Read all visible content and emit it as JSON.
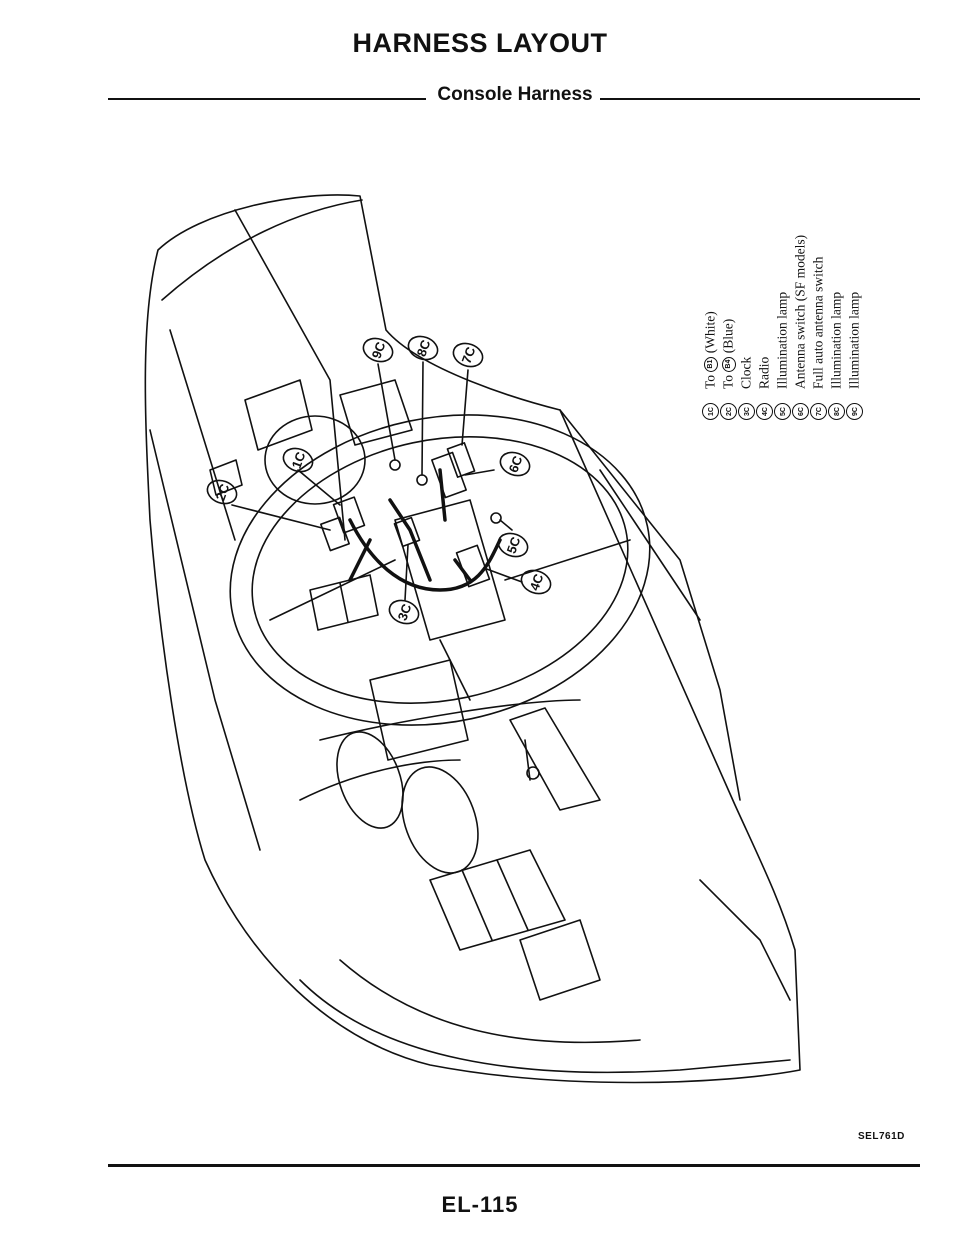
{
  "header": {
    "title": "HARNESS LAYOUT",
    "subtitle": "Console Harness"
  },
  "callouts": [
    {
      "label": "1C"
    },
    {
      "label": "2C"
    },
    {
      "label": "3C"
    },
    {
      "label": "4C"
    },
    {
      "label": "5C"
    },
    {
      "label": "6C"
    },
    {
      "label": "7C"
    },
    {
      "label": "8C"
    },
    {
      "label": "9C"
    }
  ],
  "legend": [
    {
      "code": "1C",
      "prefix": "To",
      "connector": "B1",
      "text": "(White)"
    },
    {
      "code": "2C",
      "prefix": "To",
      "connector": "B4",
      "text": "(Blue)"
    },
    {
      "code": "3C",
      "text": "Clock"
    },
    {
      "code": "4C",
      "text": "Radio"
    },
    {
      "code": "5C",
      "text": "Illumination lamp"
    },
    {
      "code": "6C",
      "text": "Antenna switch (SF models)"
    },
    {
      "code": "7C",
      "text": "Full auto antenna switch"
    },
    {
      "code": "8C",
      "text": "Illumination lamp"
    },
    {
      "code": "9C",
      "text": "Illumination lamp"
    }
  ],
  "footer": {
    "figure_code": "SEL761D",
    "page_number": "EL-115"
  }
}
